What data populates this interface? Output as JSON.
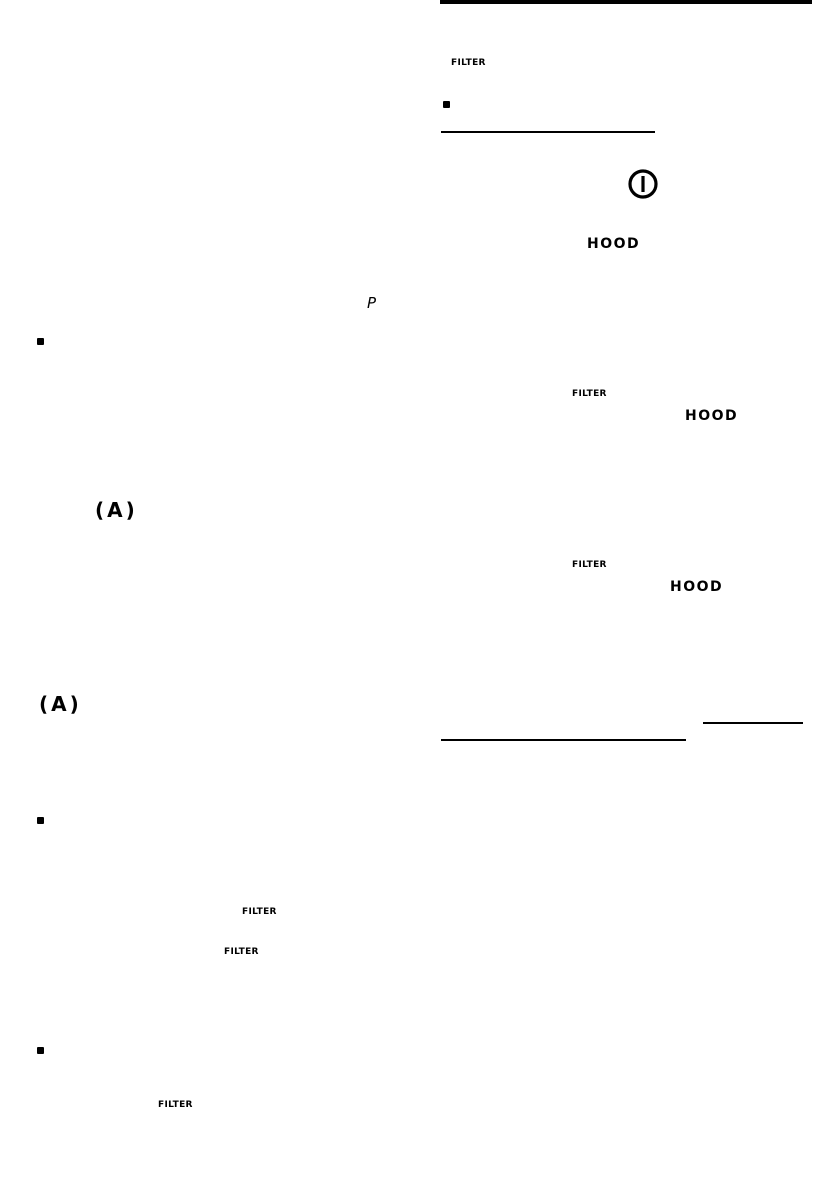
{
  "labels": {
    "filter": "FILTER",
    "hood": "HOOD",
    "auto": "(A)",
    "p_symbol": "P"
  },
  "icons": {
    "power": "power-icon",
    "bullet": "square-bullet-icon"
  },
  "colors": {
    "ink": "#000000",
    "paper": "#ffffff"
  }
}
